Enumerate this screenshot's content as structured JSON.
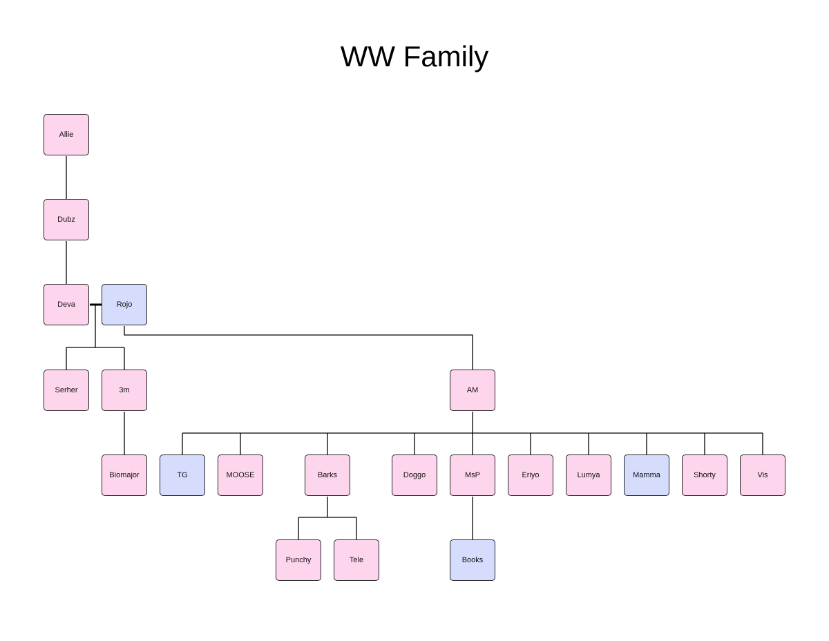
{
  "title": "WW Family",
  "colors": {
    "female": "#fdd5ec",
    "male": "#d6dcfb",
    "line": "#000000"
  },
  "nodes": [
    {
      "id": "allie",
      "label": "Allie",
      "color": "pink"
    },
    {
      "id": "dubz",
      "label": "Dubz",
      "color": "pink"
    },
    {
      "id": "deva",
      "label": "Deva",
      "color": "pink"
    },
    {
      "id": "rojo",
      "label": "Rojo",
      "color": "blue"
    },
    {
      "id": "serher",
      "label": "Serher",
      "color": "pink"
    },
    {
      "id": "3m",
      "label": "3m",
      "color": "pink"
    },
    {
      "id": "am",
      "label": "AM",
      "color": "pink"
    },
    {
      "id": "biomajor",
      "label": "Biomajor",
      "color": "pink"
    },
    {
      "id": "tg",
      "label": "TG",
      "color": "blue"
    },
    {
      "id": "moose",
      "label": "MOOSE",
      "color": "pink"
    },
    {
      "id": "barks",
      "label": "Barks",
      "color": "pink"
    },
    {
      "id": "doggo",
      "label": "Doggo",
      "color": "pink"
    },
    {
      "id": "msp",
      "label": "MsP",
      "color": "pink"
    },
    {
      "id": "eriyo",
      "label": "Eriyo",
      "color": "pink"
    },
    {
      "id": "lumya",
      "label": "Lumya",
      "color": "pink"
    },
    {
      "id": "mamma",
      "label": "Mamma",
      "color": "blue"
    },
    {
      "id": "shorty",
      "label": "Shorty",
      "color": "pink"
    },
    {
      "id": "vis",
      "label": "Vis",
      "color": "pink"
    },
    {
      "id": "punchy",
      "label": "Punchy",
      "color": "pink"
    },
    {
      "id": "tele",
      "label": "Tele",
      "color": "pink"
    },
    {
      "id": "books",
      "label": "Books",
      "color": "blue"
    }
  ],
  "relations": [
    {
      "parent": "allie",
      "child": "dubz"
    },
    {
      "parent": "dubz",
      "child": "deva"
    },
    {
      "partners": [
        "deva",
        "rojo"
      ],
      "children": [
        "serher",
        "3m"
      ]
    },
    {
      "parent": "rojo",
      "child": "am"
    },
    {
      "parent": "3m",
      "child": "biomajor"
    },
    {
      "parent": "am",
      "children": [
        "tg",
        "moose",
        "barks",
        "doggo",
        "msp",
        "eriyo",
        "lumya",
        "mamma",
        "shorty",
        "vis"
      ]
    },
    {
      "parent": "barks",
      "children": [
        "punchy",
        "tele"
      ]
    },
    {
      "parent": "msp",
      "child": "books"
    }
  ]
}
